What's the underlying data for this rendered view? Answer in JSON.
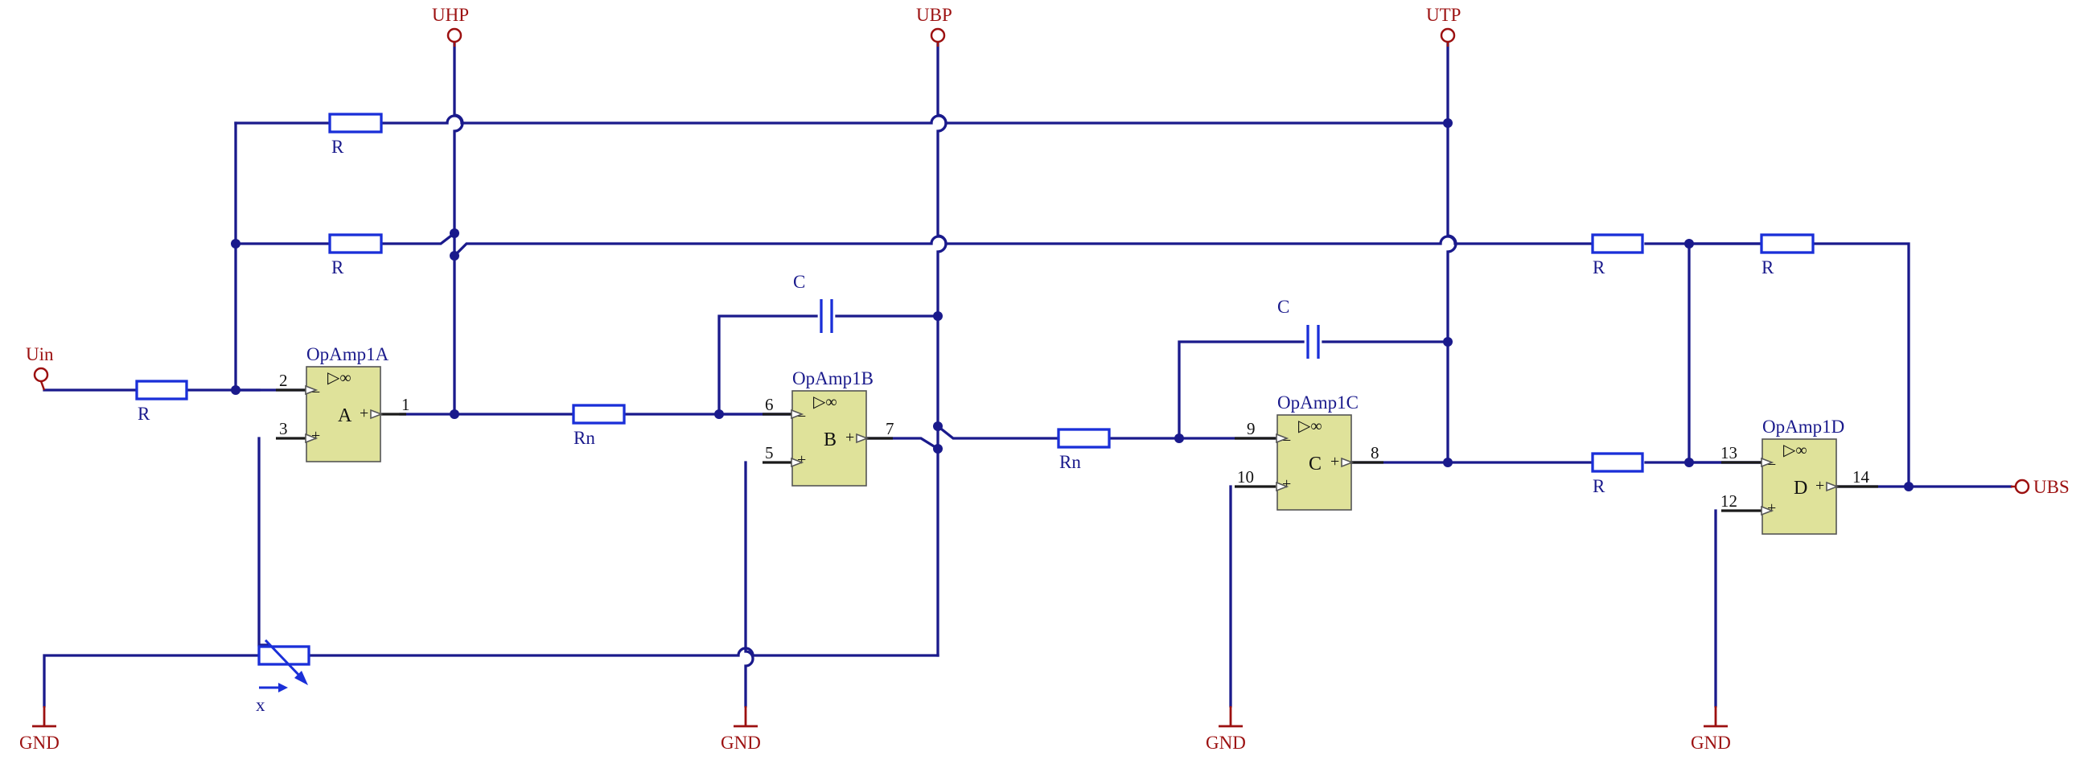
{
  "ports": {
    "uin": "Uin",
    "uhp": "UHP",
    "ubp": "UBP",
    "utp": "UTP",
    "ubs": "UBS"
  },
  "grounds": [
    "GND",
    "GND",
    "GND",
    "GND"
  ],
  "resistors": {
    "r_top": "R",
    "r_second": "R",
    "r_input": "R",
    "rn_1": "Rn",
    "rn_2": "Rn",
    "r_right_1": "R",
    "r_right_2": "R",
    "r_right_3": "R"
  },
  "capacitors": {
    "c_1": "C",
    "c_2": "C"
  },
  "potentiometer": {
    "label": "x"
  },
  "opamps": [
    {
      "name": "OpAmp1A",
      "unit": "A",
      "pin_minus": "2",
      "pin_plus": "3",
      "pin_out": "1"
    },
    {
      "name": "OpAmp1B",
      "unit": "B",
      "pin_minus": "6",
      "pin_plus": "5",
      "pin_out": "7"
    },
    {
      "name": "OpAmp1C",
      "unit": "C",
      "pin_minus": "9",
      "pin_plus": "10",
      "pin_out": "8"
    },
    {
      "name": "OpAmp1D",
      "unit": "D",
      "pin_minus": "13",
      "pin_plus": "12",
      "pin_out": "14"
    }
  ],
  "symbols": {
    "minus": "−",
    "plus": "+",
    "opamp_glyph": "▷∞"
  },
  "colors": {
    "wire": "#1a1a8c",
    "component": "#1a2fd8",
    "port": "#9c1010",
    "opamp_fill": "#dfe29a"
  }
}
